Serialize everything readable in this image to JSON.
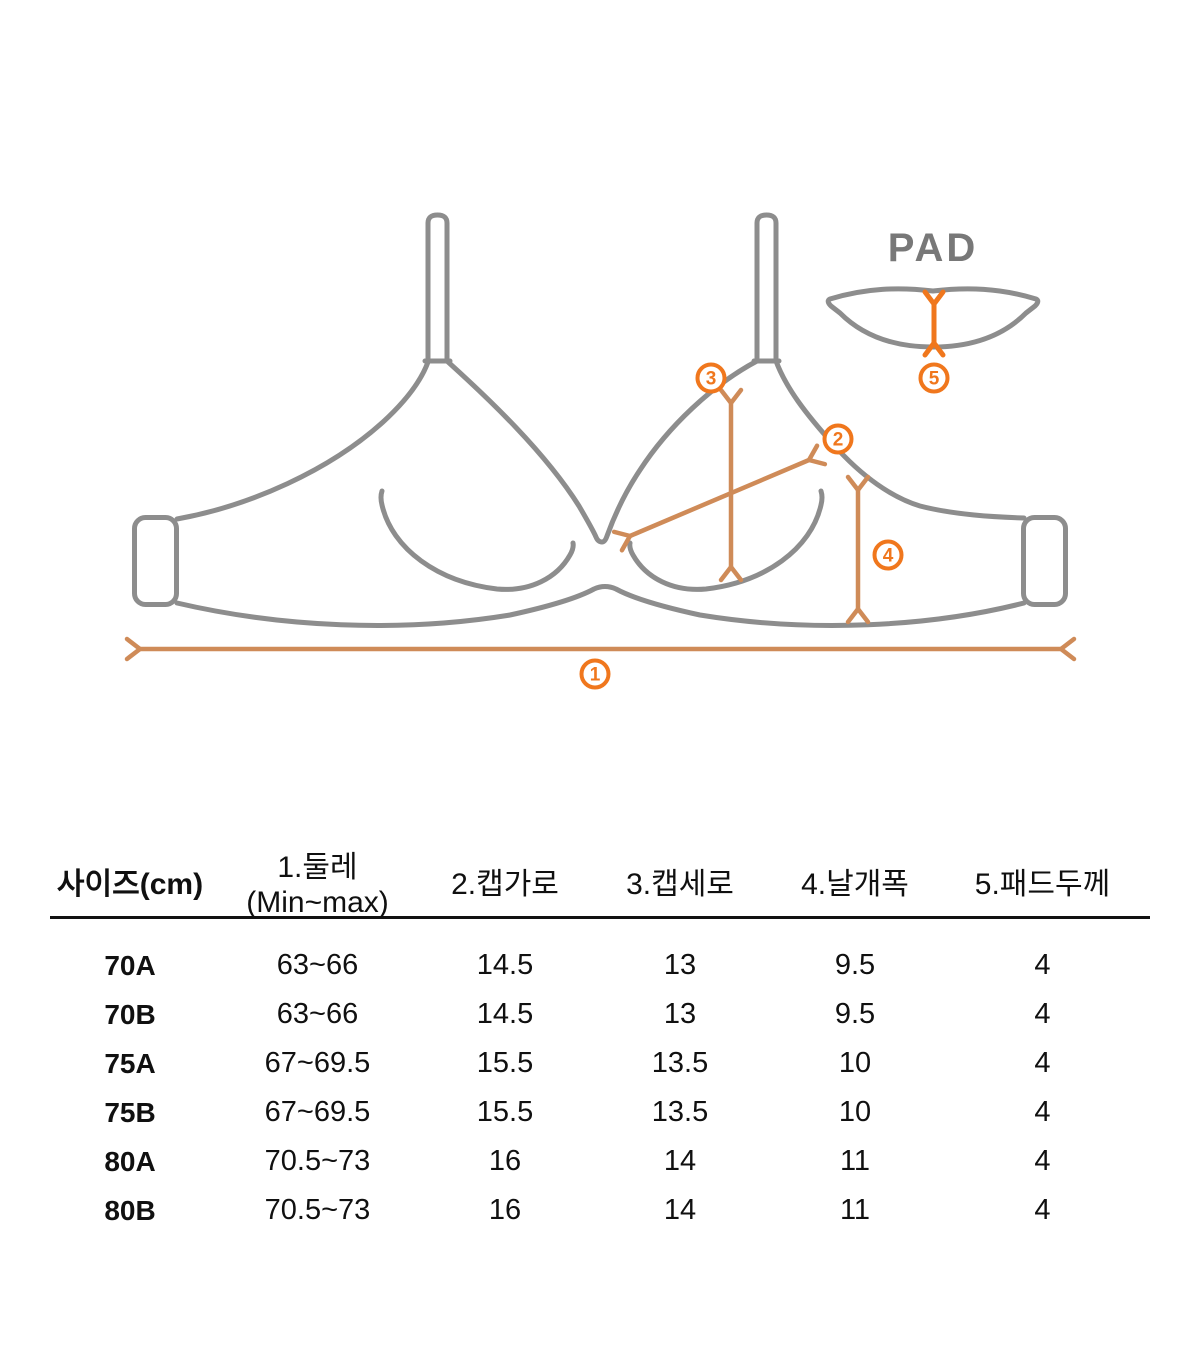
{
  "diagram": {
    "pad_label": "PAD",
    "markers": [
      {
        "label": "1",
        "meaning": "둘레"
      },
      {
        "label": "2",
        "meaning": "캡가로"
      },
      {
        "label": "3",
        "meaning": "캡세로"
      },
      {
        "label": "4",
        "meaning": "날개폭"
      },
      {
        "label": "5",
        "meaning": "패드두께"
      }
    ],
    "colors": {
      "outline_gray": "#8d8d8d",
      "arrow_tan": "#cf8b58",
      "accent_orange": "#f0771d",
      "pad_text_gray": "#787878"
    }
  },
  "table": {
    "headers": [
      "사이즈(cm)",
      "1.둘레(Min~max)",
      "2.캡가로",
      "3.캡세로",
      "4.날개폭",
      "5.패드두께"
    ],
    "rows": [
      {
        "size": "70A",
        "values": [
          "63~66",
          "14.5",
          "13",
          "9.5",
          "4"
        ]
      },
      {
        "size": "70B",
        "values": [
          "63~66",
          "14.5",
          "13",
          "9.5",
          "4"
        ]
      },
      {
        "size": "75A",
        "values": [
          "67~69.5",
          "15.5",
          "13.5",
          "10",
          "4"
        ]
      },
      {
        "size": "75B",
        "values": [
          "67~69.5",
          "15.5",
          "13.5",
          "10",
          "4"
        ]
      },
      {
        "size": "80A",
        "values": [
          "70.5~73",
          "16",
          "14",
          "11",
          "4"
        ]
      },
      {
        "size": "80B",
        "values": [
          "70.5~73",
          "16",
          "14",
          "11",
          "4"
        ]
      }
    ]
  }
}
